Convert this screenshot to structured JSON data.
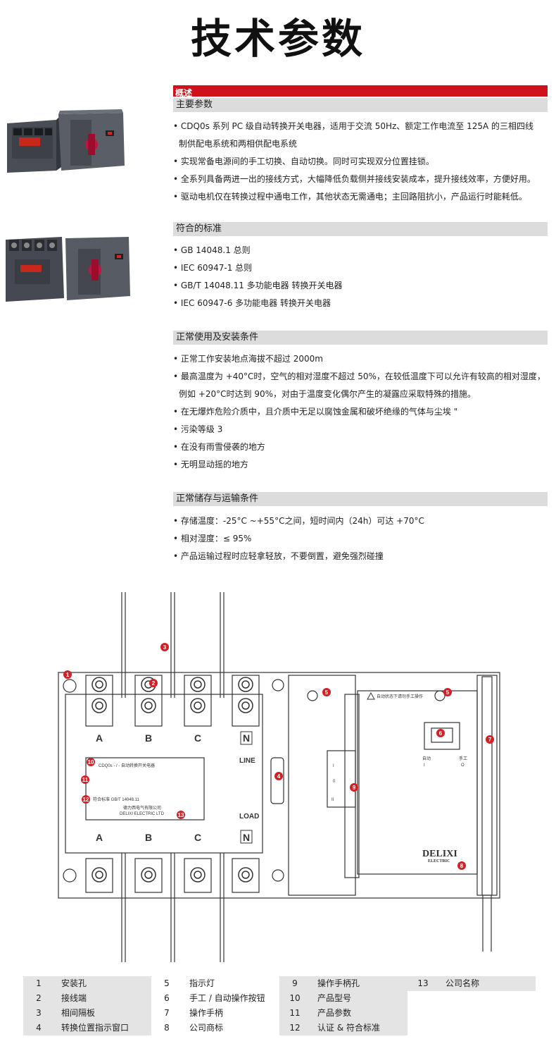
{
  "title": "技术参数",
  "overview_label": "概述",
  "sections": [
    {
      "heading": "主要参数",
      "bullets": [
        "• CDQ0s 系列 PC 级自动转换开关电器，适用于交流 50Hz、额定工作电流至 125A 的三相四线",
        "  制供配电系统和两相供配电系统",
        "• 实现常备电源间的手工切换、自动切换。同时可实现双分位置挂锁。",
        "• 全系列具备两进一出的接线方式，大幅降低负载侧并接线安装成本，提升接线效率，方便好用。",
        "• 驱动电机仅在转换过程中通电工作，其他状态无需通电；主回路阻抗小，产品运行时能耗低。"
      ]
    },
    {
      "heading": "符合的标准",
      "bullets": [
        "• GB 14048.1 总则",
        "• IEC 60947-1 总则",
        "• GB/T 14048.11 多功能电器 转换开关电器",
        "• IEC 60947-6 多功能电器 转换开关电器"
      ]
    },
    {
      "heading": "正常使用及安装条件",
      "bullets": [
        "• 正常工作安装地点海拔不超过 2000m",
        "• 最高温度为 +40°C时，空气的相对湿度不超过 50%，在较低温度下可以允许有较高的相对湿度，",
        "  例如 +20°C时达到 90%，对由于温度变化偶尔产生的凝露应采取特殊的措施。",
        "• 在无爆炸危险介质中，且介质中无足以腐蚀金属和破坏绝缘的气体与尘埃 \"",
        "• 污染等级 3",
        "• 在没有雨雪侵袭的地方",
        "• 无明显动摇的地方"
      ]
    },
    {
      "heading": "正常储存与运输条件",
      "bullets": [
        "• 存储温度：-25°C ~+55°C之间，短时间内（24h）可达 +70°C",
        "• 相对湿度：≤ 95%",
        "• 产品运输过程时应轻拿轻放，不要倒置，避免强烈碰撞"
      ]
    }
  ],
  "diagram": {
    "phase_top": [
      "A",
      "B",
      "C",
      "N"
    ],
    "phase_bottom": [
      "A",
      "B",
      "C",
      "N"
    ],
    "line_label": "LINE",
    "load_label": "LOAD",
    "nameplate_title": "CDQ0s - / - 自动转换开关电器",
    "nameplate_std": "符合标准  GB/T 14048.11",
    "nameplate_company_cn": "德力西电气有限公司",
    "nameplate_company_en": "DELIXI ELECTRIC LTD",
    "warning_text": "自动状态下请勿手工操作",
    "auto_label": "自动",
    "auto_sym": "I",
    "manual_label": "手工",
    "manual_sym": "O",
    "handle_marks": [
      "I",
      "0",
      "II"
    ],
    "brand": "DELIXI",
    "brand_sub": "ELECTRIC",
    "callouts": [
      "1",
      "2",
      "3",
      "4",
      "5",
      "5",
      "6",
      "7",
      "8",
      "9",
      "10",
      "11",
      "12",
      "13"
    ]
  },
  "legend": [
    {
      "n": "1",
      "t": "安装孔"
    },
    {
      "n": "2",
      "t": "接线端"
    },
    {
      "n": "3",
      "t": "相间隔板"
    },
    {
      "n": "4",
      "t": "转换位置指示窗口"
    },
    {
      "n": "5",
      "t": "指示灯"
    },
    {
      "n": "6",
      "t": "手工 / 自动操作按钮"
    },
    {
      "n": "7",
      "t": "操作手柄"
    },
    {
      "n": "8",
      "t": "公司商标"
    },
    {
      "n": "9",
      "t": "操作手柄孔"
    },
    {
      "n": "10",
      "t": "产品型号"
    },
    {
      "n": "11",
      "t": "产品参数"
    },
    {
      "n": "12",
      "t": "认证 & 符合标准"
    },
    {
      "n": "13",
      "t": "公司名称"
    }
  ],
  "colors": {
    "accent_red": "#d0101a",
    "header_gray": "#dcdcdc",
    "callout_red": "#d32027"
  }
}
